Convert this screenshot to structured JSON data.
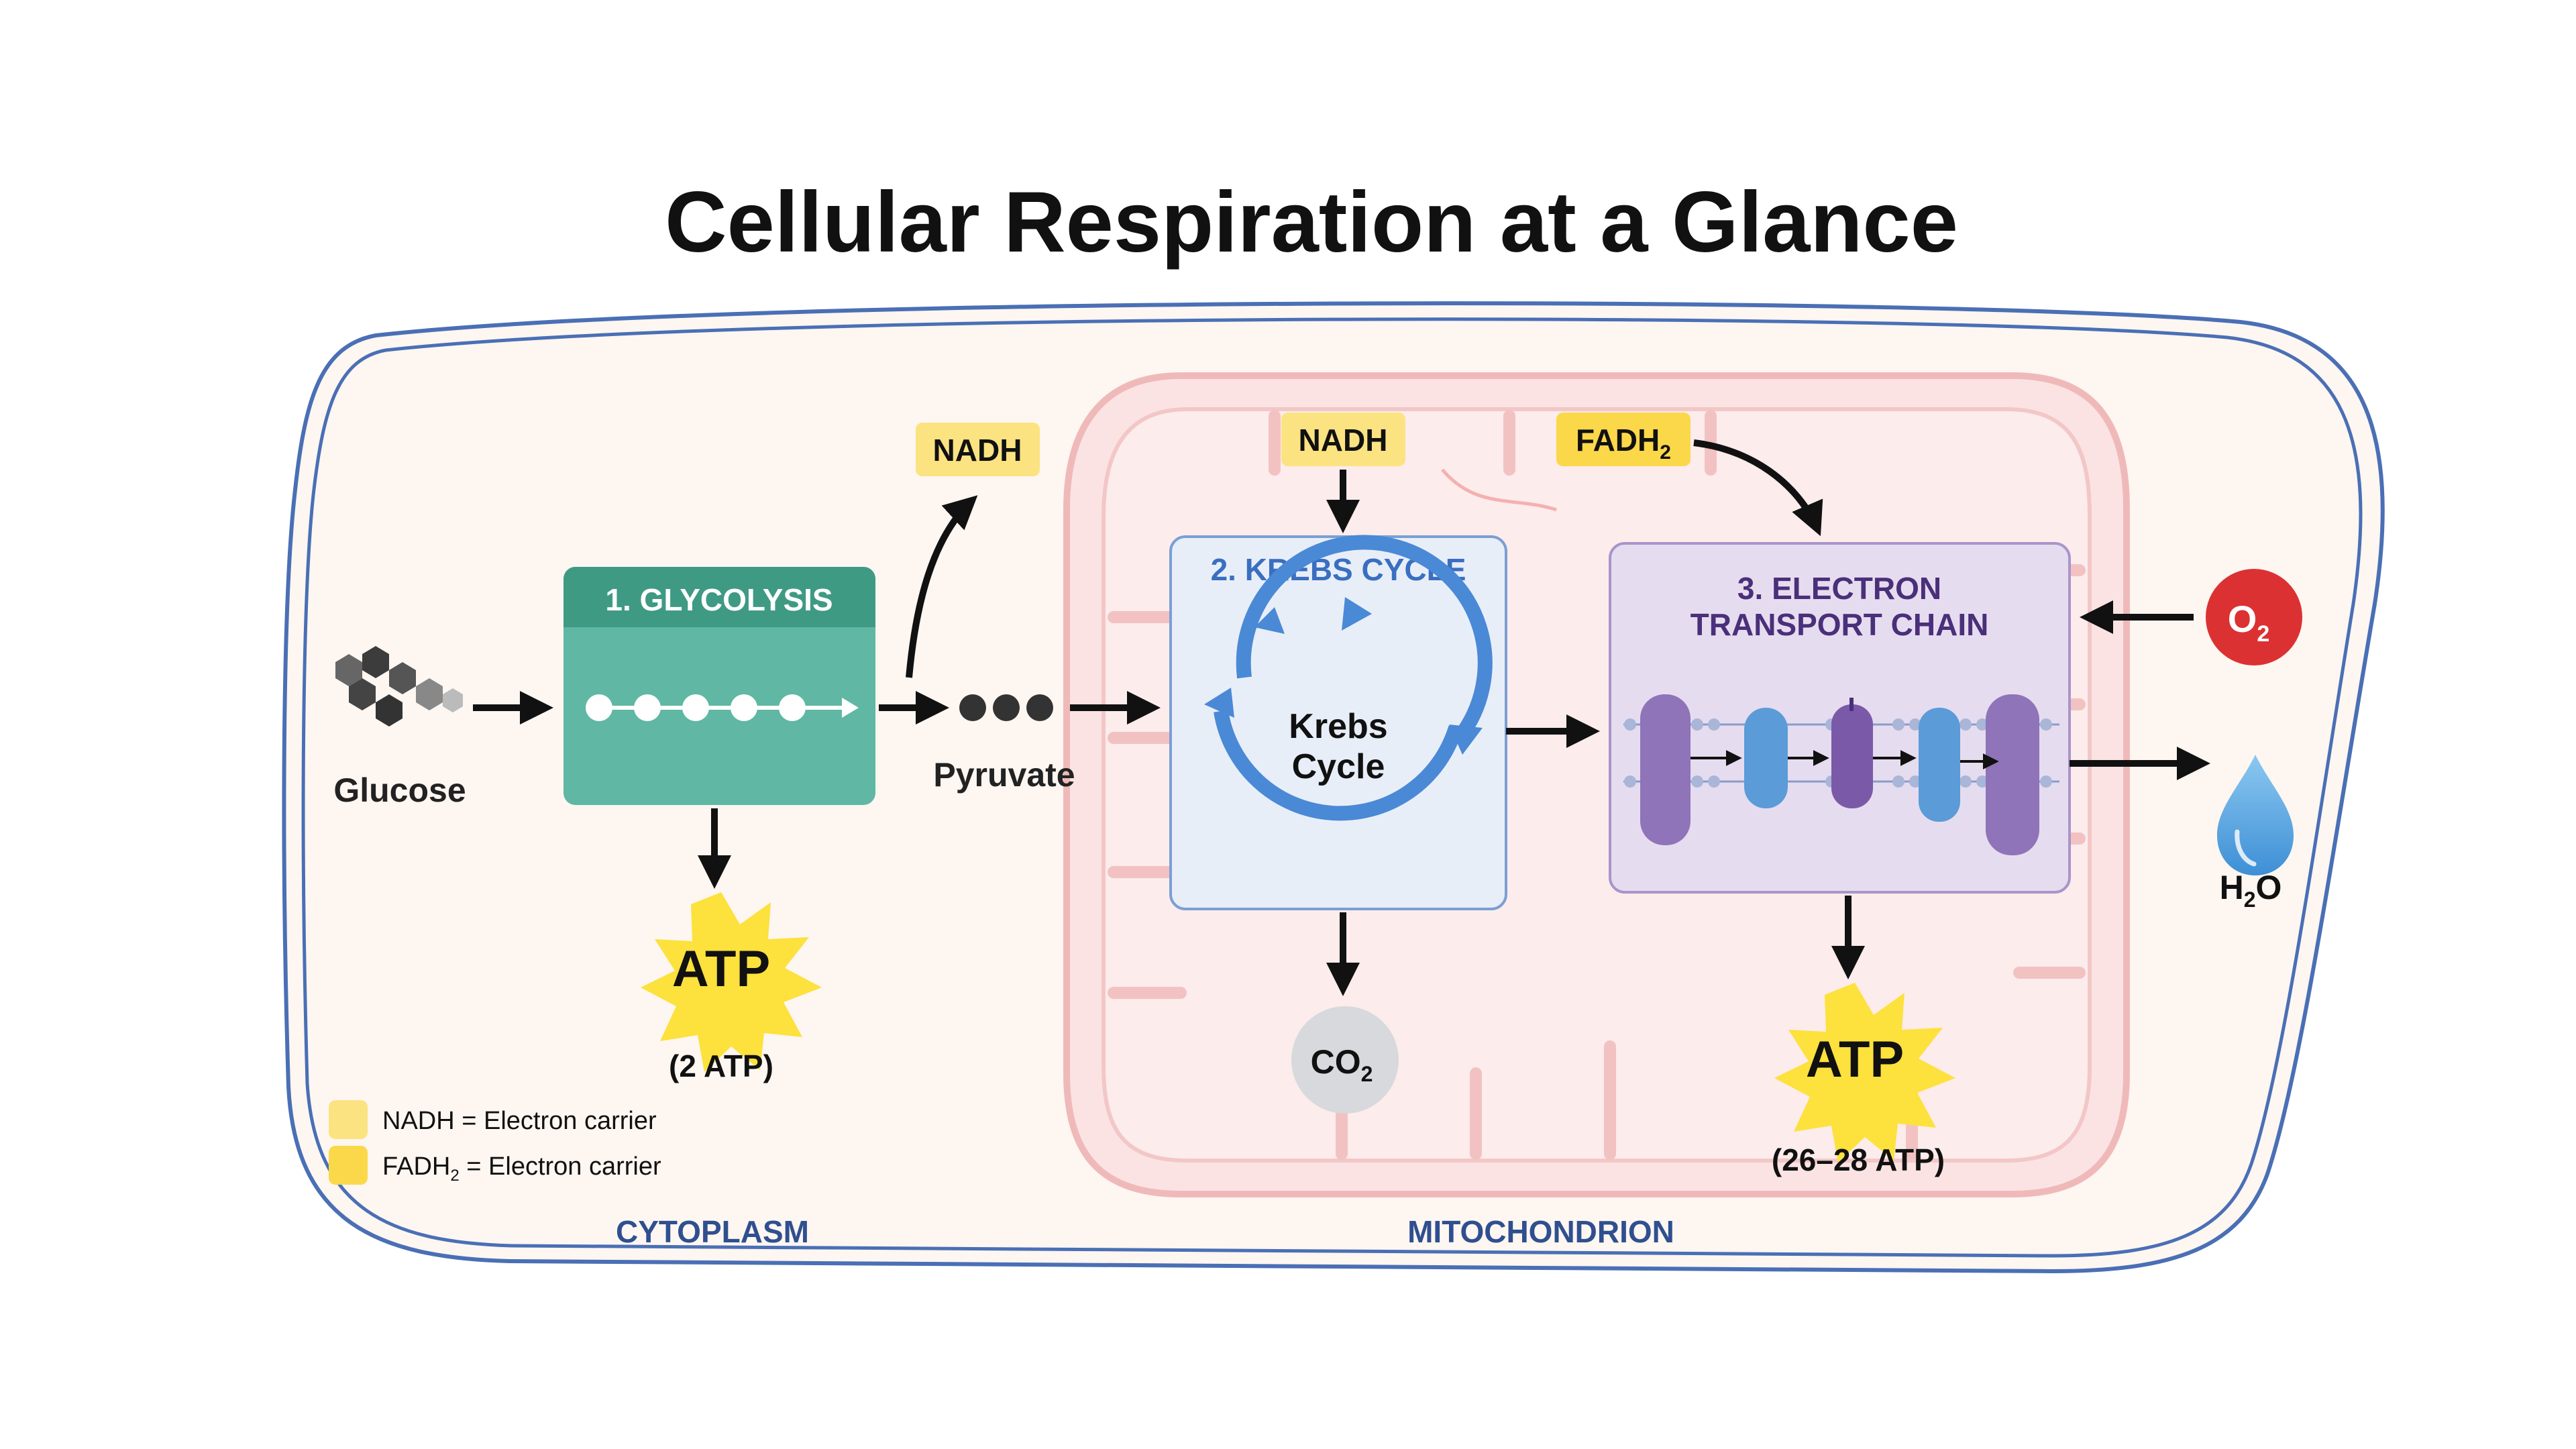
{
  "title": "Cellular Respiration at a Glance",
  "glucose": {
    "label": "Glucose"
  },
  "glycolysis": {
    "title": "1. GLYCOLYSIS",
    "atp_word": "ATP",
    "atp_yield": "(2 ATP)",
    "nadh": "NADH"
  },
  "pyruvate": {
    "label": "Pyruvate"
  },
  "krebs": {
    "title": "2. KREBS CYCLE",
    "center_line1": "Krebs",
    "center_line2": "Cycle",
    "nadh": "NADH",
    "fadh2_base": "FADH",
    "fadh2_sub": "2",
    "co2_base": "CO",
    "co2_sub": "2"
  },
  "etc": {
    "title_line1": "3. ELECTRON",
    "title_line2": "TRANSPORT CHAIN",
    "atp_word": "ATP",
    "atp_yield": "(26–28 ATP)"
  },
  "oxygen": {
    "base": "O",
    "sub": "2"
  },
  "water": {
    "base_h": "H",
    "sub": "2",
    "base_o": "O"
  },
  "legend": {
    "nadh_text": "NADH = Electron carrier",
    "fadh2_base": "FADH",
    "fadh2_sub": "2",
    "fadh2_rest": " = Electron carrier"
  },
  "regions": {
    "cytoplasm": "CYTOPLASM",
    "mitochondrion": "MITOCHONDRION"
  },
  "colors": {
    "cell_membrane": "#4a6fb5",
    "cytoplasm_fill": "#fdf6f1",
    "mito_fill": "#fbe3e3",
    "mito_outline": "#f0b9b9",
    "glycolysis_body": "#5fb7a4",
    "glycolysis_header": "#3f9a84",
    "krebs_box": "#e8eef8",
    "krebs_border": "#7b9fd4",
    "krebs_arrow": "#4a89d6",
    "krebs_title": "#3a6fc0",
    "etc_box": "#e6dcef",
    "etc_border": "#a995c9",
    "etc_title": "#4a2f7a",
    "carrier_yellow": "#fce381",
    "fadh2_yellow": "#fbd84a",
    "atp_star": "#fde13c",
    "o2_red": "#dc3132",
    "co2_gray": "#d7d9dc",
    "water_blue": "#58a7e3",
    "region_label": "#2f4f8f"
  }
}
